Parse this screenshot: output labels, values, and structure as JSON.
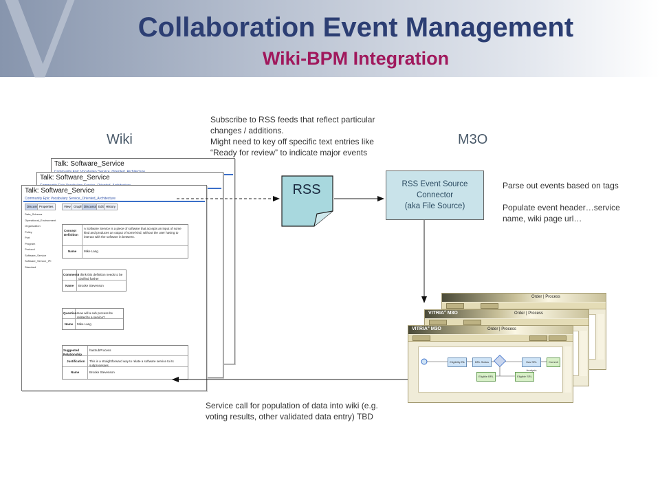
{
  "header": {
    "title": "Collaboration Event Management",
    "subtitle": "Wiki-BPM Integration"
  },
  "labels": {
    "wiki": "Wiki",
    "m3o": "M3O",
    "rss": "RSS"
  },
  "connector": {
    "line1": "RSS Event Source",
    "line2": "Connector",
    "line3": "(aka File Source)"
  },
  "notes": {
    "subscribe": [
      "Subscribe to RSS feeds that reflect particular",
      "changes / additions.",
      "Might need to key off specific text entries like",
      "“Ready for review” to indicate major events"
    ],
    "parse": [
      "Parse out events based on tags",
      "",
      "Populate event header…service",
      "name, wiki page url…"
    ],
    "service_call": [
      "Service call for population of data into wiki (e.g.",
      "voting results, other validated data entry) TBD"
    ]
  },
  "wiki_pages": {
    "title": "Talk: Software_Service",
    "breadcrumb": "Community Epic Vocabulary Service_Oriented_Architecture",
    "tabs": [
      "Discuss",
      "Properties",
      "View",
      "Graph",
      "Discussion",
      "Edit",
      "History"
    ],
    "tree": [
      "Data_Schema",
      "Operational_Environment",
      "Organization",
      "Policy",
      "Port",
      "Program",
      "Protocol",
      "Software_Service",
      "Software_Service_IPI",
      "Standard"
    ],
    "concept": {
      "k1": "Concept Definition",
      "v1": "A Software Service is a piece of software that accepts an input of some kind and produces an output of some kind, without the user having to interact with the software in between.",
      "k2": "Name",
      "v2": "Mike Lang"
    },
    "comments": {
      "k1": "Comments",
      "v1": "I think this definition needs to be clarified further",
      "k2": "Name",
      "v2": "Brooke Stevenson"
    },
    "question": {
      "k1": "Question",
      "v1": "How will a sub process be related to a service?",
      "k2": "Name",
      "v2": "Mike Lang"
    },
    "relationship": {
      "k1": "Suggested Relationship",
      "v1": "hasSubProcess",
      "k2": "Justification",
      "v2": "This is a straightforward way to relate a software service to its subprocesses",
      "k3": "Name",
      "v3": "Brooke Stevenson"
    }
  },
  "m3o_screen": {
    "logo": "VITRIA° M3O",
    "heading": "Order | Process",
    "tasks": [
      "Eligibility Rk",
      "BRL Status",
      "Eligible BRL",
      "Has SRL Analysis",
      "Eligible SRL",
      "Commit"
    ]
  },
  "colors": {
    "title": "#2c3e73",
    "subtitle": "#a0185c",
    "rss_fill": "#a8d8de",
    "connector_fill": "#c9e3ea"
  }
}
